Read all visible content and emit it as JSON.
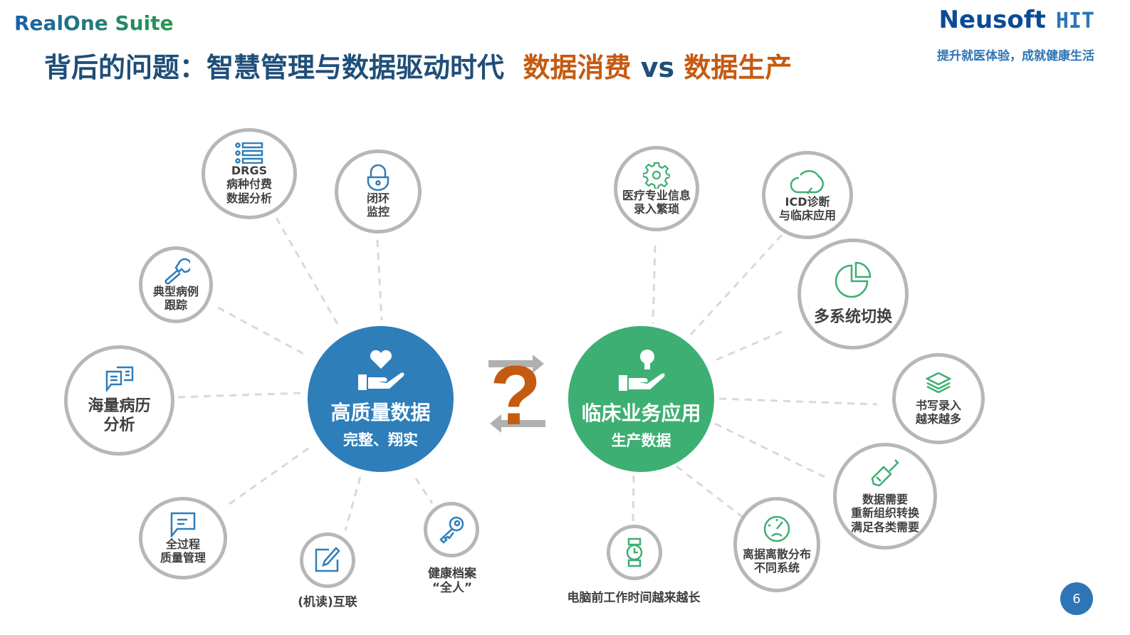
{
  "header": {
    "brand": "RealOne Suite",
    "title_prefix": "背后的问题：智慧管理与数据驱动时代",
    "title_consume": "数据消费",
    "title_vs": "vs",
    "title_produce": "数据生产",
    "logo": "Neusoft",
    "logo_suffix": "HIT",
    "slogan": "提升就医体验，成就健康生活"
  },
  "colors": {
    "title": "#1f4e79",
    "highlight": "#c55a11",
    "consume_hub": "#2e7eba",
    "produce_hub": "#3daf72",
    "node_border": "#b7b7b7",
    "connector": "#d9d9d9",
    "page_badge": "#2e75b6"
  },
  "left_hub": {
    "icon": "heart-in-hand-icon",
    "title": "高质量数据",
    "subtitle": "完整、翔实"
  },
  "right_hub": {
    "icon": "lightbulb-in-hand-icon",
    "title": "临床业务应用",
    "subtitle": "生产数据"
  },
  "center": {
    "icon": "question-exchange-icon"
  },
  "left_nodes": [
    {
      "icon": "list-icon",
      "label": "DRGS\n病种付费\n数据分析"
    },
    {
      "icon": "lock-icon",
      "label": "闭环\n监控"
    },
    {
      "icon": "wrench-icon",
      "label": "典型病例\n跟踪"
    },
    {
      "icon": "chat-icon",
      "label": "海量病历\n分析"
    },
    {
      "icon": "message-icon",
      "label": "全过程\n质量管理"
    },
    {
      "icon": "edit-icon",
      "label": "(机读)互联"
    },
    {
      "icon": "key-icon",
      "label": "健康档案\n“全人”"
    }
  ],
  "right_nodes": [
    {
      "icon": "gear-icon",
      "label": "医疗专业信息\n录入繁琐"
    },
    {
      "icon": "cloud-icon",
      "label": "ICD诊断\n与临床应用"
    },
    {
      "icon": "pie-chart-icon",
      "label": "多系统切换"
    },
    {
      "icon": "layers-icon",
      "label": "书写录入\n越来越多"
    },
    {
      "icon": "screwdriver-icon",
      "label": "数据需要\n重新组织转换\n满足各类需要"
    },
    {
      "icon": "gauge-icon",
      "label": "离据离散分布\n不同系统"
    },
    {
      "icon": "watch-icon",
      "label": "电脑前工作时间越来越长"
    }
  ],
  "footer": {
    "page_number": "6"
  }
}
